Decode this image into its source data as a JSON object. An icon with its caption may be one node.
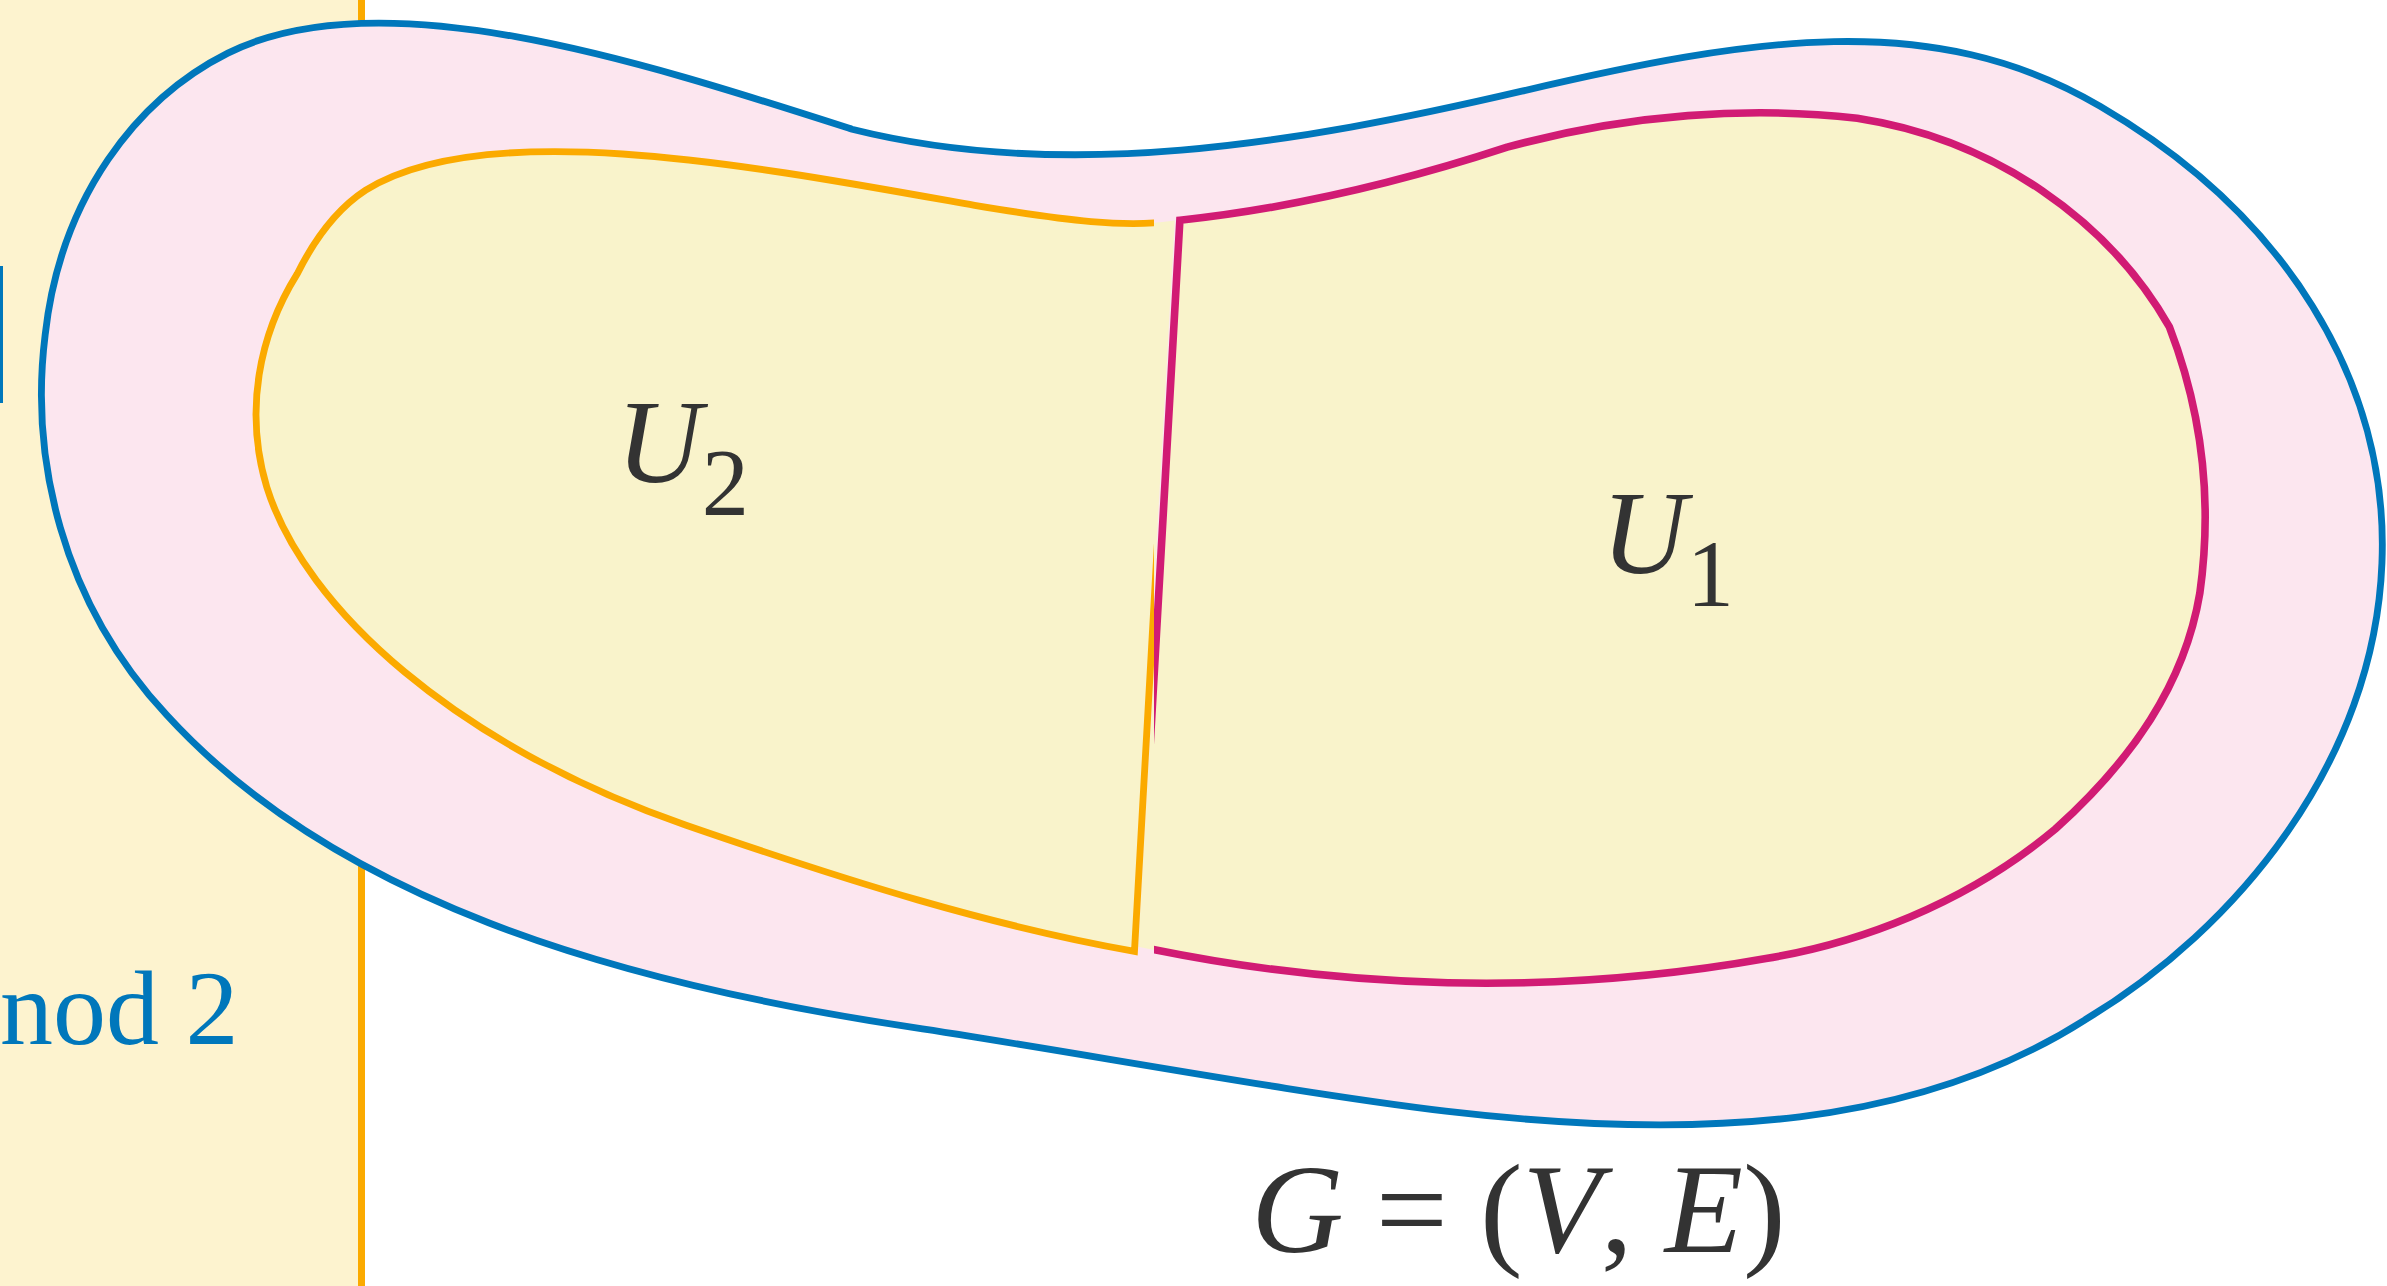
{
  "diagram": {
    "nodes": [
      {
        "text": [
          "nod 2"
        ]
      },
      {
        "text": [],
        "shape": "blob",
        "beside": [
          "*G* = (*V*, *E*)"
        ]
      },
      {
        "text": [
          "*U*$_{2}$"
        ],
        "in": 1
      },
      {
        "text": [
          "*U*$_{1}$"
        ],
        "in": 1
      }
    ],
    "edges": []
  }
}
